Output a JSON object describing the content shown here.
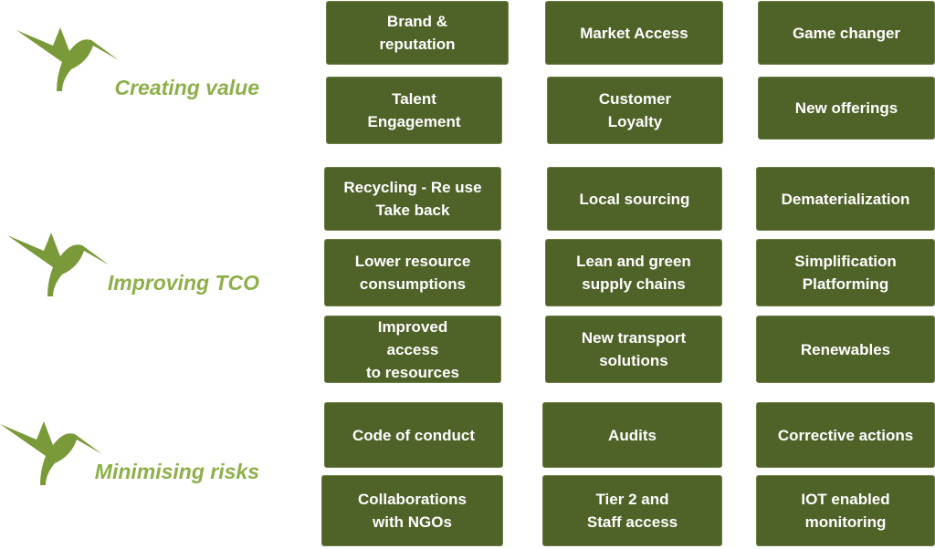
{
  "colors": {
    "box": "#4f6228",
    "category": "#8db04a"
  },
  "categories": [
    {
      "label": "Creating value",
      "items": [
        "Brand &\nreputation",
        "Market Access",
        "Game changer",
        "Talent\nEngagement",
        "Customer\nLoyalty",
        "New offerings"
      ]
    },
    {
      "label": "Improving TCO",
      "items": [
        "Recycling - Re use\nTake back",
        "Local sourcing",
        "Dematerialization",
        "Lower resource\nconsumptions",
        "Lean and green\nsupply chains",
        "Simplification\nPlatforming",
        "Improved\naccess\nto resources",
        "New transport\nsolutions",
        "Renewables"
      ]
    },
    {
      "label": "Minimising risks",
      "items": [
        "Code of conduct",
        "Audits",
        "Corrective actions",
        "Collaborations\nwith NGOs",
        "Tier 2 and\nStaff access",
        "IOT enabled\nmonitoring"
      ]
    }
  ]
}
